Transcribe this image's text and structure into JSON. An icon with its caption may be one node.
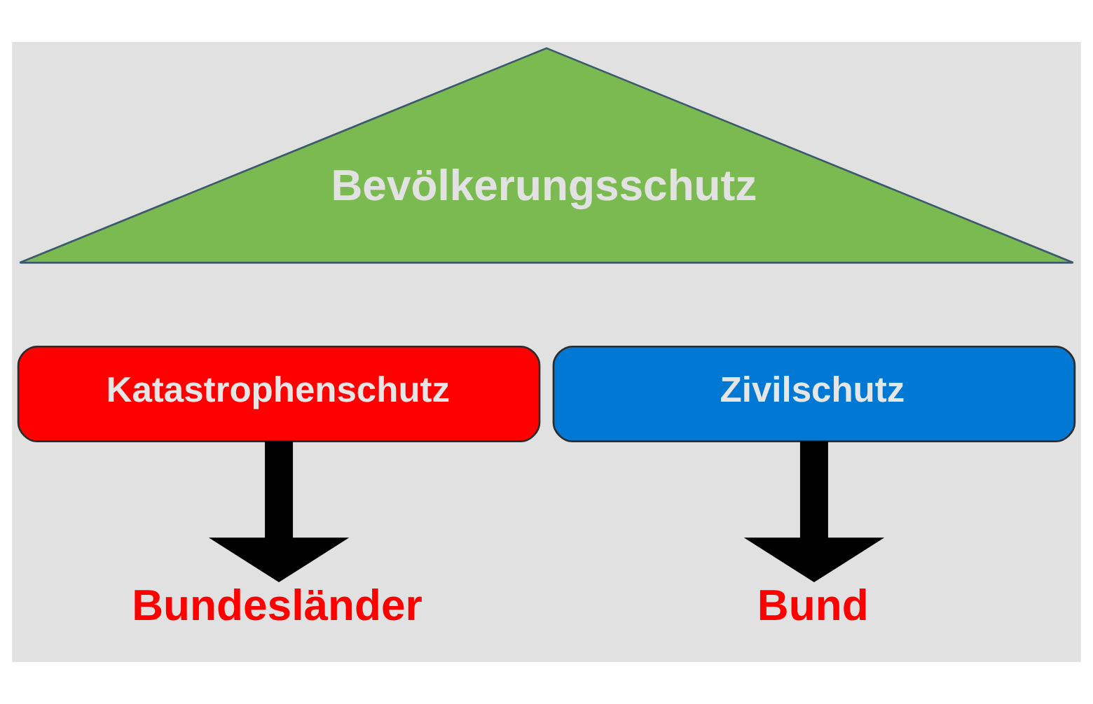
{
  "diagram": {
    "nodes": [
      {
        "text": [
          "Bevölkerungsschutz"
        ]
      },
      {
        "text": [
          "Katastrophenschutz"
        ]
      },
      {
        "text": [
          "Zivilschutz"
        ]
      },
      {
        "text": [
          "Bundesländer"
        ]
      },
      {
        "text": [
          "Bund"
        ]
      }
    ],
    "edges": [
      {
        "from": 1,
        "to": 3,
        "arrow": "to"
      },
      {
        "from": 2,
        "to": 4,
        "arrow": "to"
      }
    ]
  }
}
